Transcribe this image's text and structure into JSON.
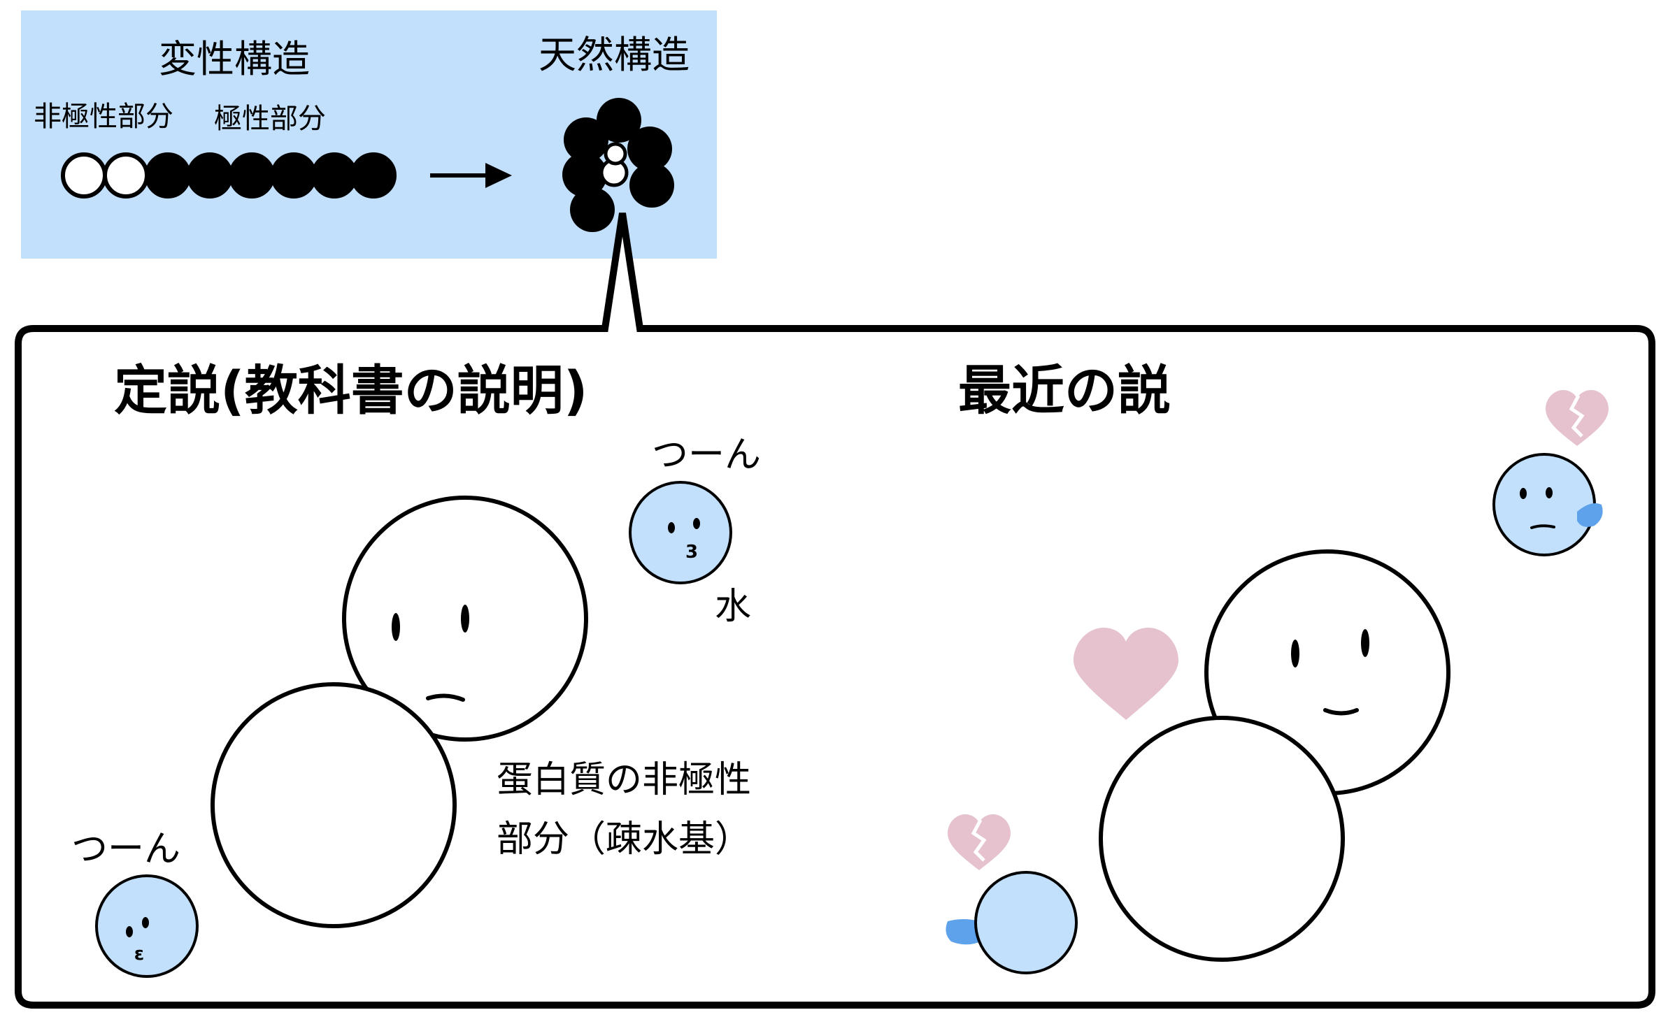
{
  "colors": {
    "panel_bg": "#c2dffb",
    "water": "#c2dffb",
    "heart": "#e5c2ce",
    "drop": "#5da2ea",
    "line": "#000000",
    "white": "#ffffff"
  },
  "top_panel": {
    "denatured_label": "変性構造",
    "native_label": "天然構造",
    "nonpolar_label": "非極性部分",
    "polar_label": "極性部分"
  },
  "left_section": {
    "title": "定説(教科書の説明)",
    "water_label": "水",
    "tsun_top": "つーん",
    "tsun_bottom": "つーん",
    "protein_line1": "蛋白質の非極性",
    "protein_line2": "部分（疎水基）"
  },
  "right_section": {
    "title": "最近の説"
  },
  "icons": {
    "arrow": "right-arrow-icon",
    "heart": "heart-icon",
    "broken_heart": "broken-heart-icon",
    "tear": "tear-drop-icon",
    "kiss_mouth": "kiss-mouth-icon"
  }
}
